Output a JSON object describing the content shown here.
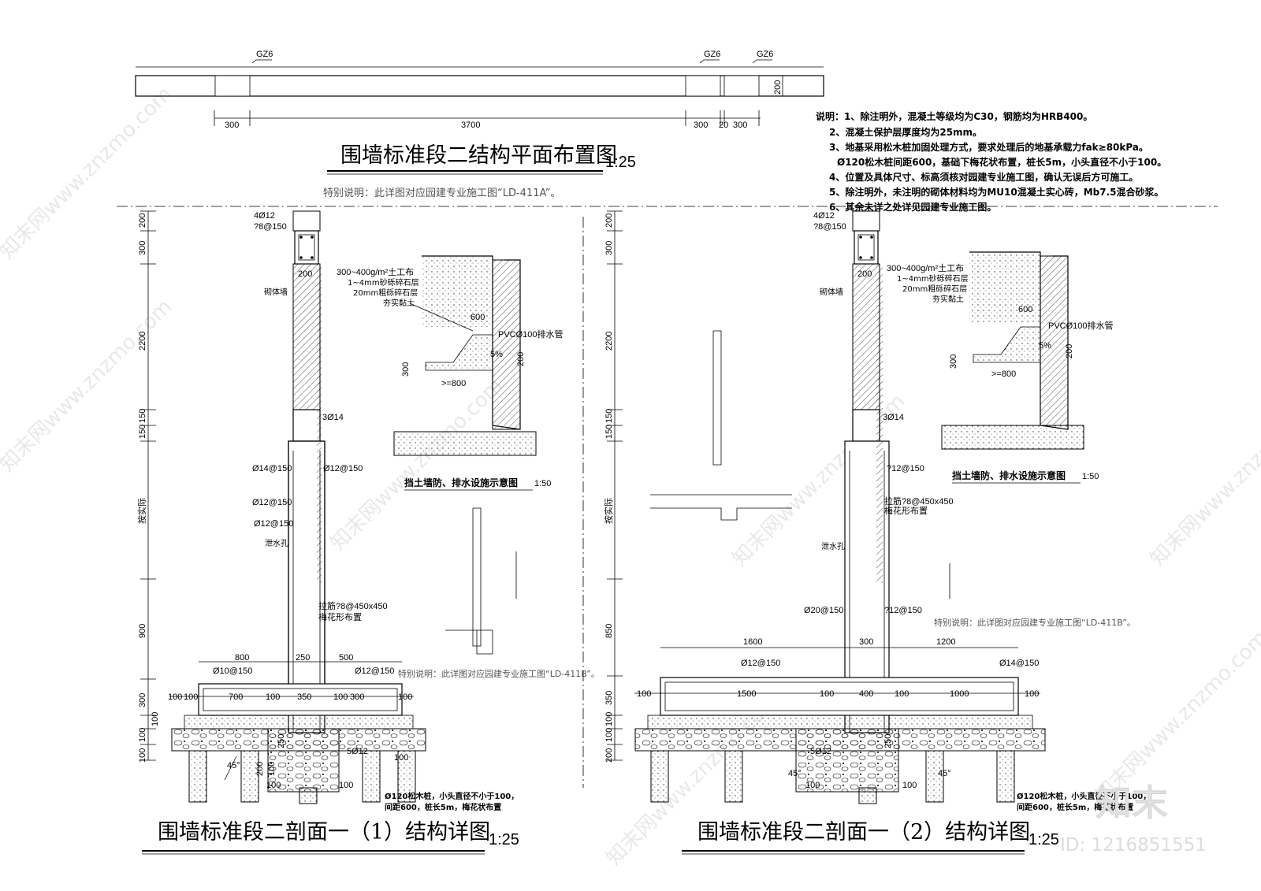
{
  "plan": {
    "title": "围墙标准段二结构平面布置图",
    "scale": "1:25",
    "note": "特别说明：此详图对应园建专业施工图“LD-411A”。",
    "gz_labels": [
      "GZ6",
      "GZ6",
      "GZ6"
    ],
    "dims": [
      "300",
      "3700",
      "300",
      "20",
      "300"
    ],
    "wall_thickness": "200"
  },
  "notes": {
    "lines": [
      "说明：1、除注明外，混凝土等级均为C30，钢筋均为HRB400。",
      "2、混凝土保护层厚度均为25mm。",
      "3、地基采用松木桩加固处理方式，要求处理后的地基承载力fak≥80kPa。",
      "Ø120松木桩间距600，基础下梅花状布置，桩长5m，小头直径不小于100。",
      "4、位置及具体尺寸、标高须核对园建专业施工图，确认无误后方可施工。",
      "5、除注明外，未注明的砌体材料均为MU10混凝土实心砖，Mb7.5混合砂浆。",
      "6、其余未详之处详见园建专业施工图。"
    ]
  },
  "section1": {
    "title": "围墙标准段二剖面一（1）结构详图",
    "scale": "1:25",
    "vdims": [
      "200",
      "300",
      "2200",
      "150",
      "150",
      "按实际",
      "900",
      "300",
      "100",
      "100",
      "100"
    ],
    "rebar": [
      "4Ø12",
      "?8@150",
      "200",
      "砌体墙",
      "3Ø14",
      "Ø14@150",
      "Ø12@150",
      "Ø12@150",
      "Ø12@150",
      "泄水孔",
      "拉筋?8@450x450",
      "梅花形布置",
      "Ø10@150",
      "Ø12@150",
      "5Ø12"
    ],
    "hdims": [
      "800",
      "250",
      "500",
      "100",
      "100",
      "700",
      "100",
      "350",
      "100",
      "300",
      "100"
    ],
    "pile_note": [
      "Ø120松木桩，小头直径不小于100，",
      "间距600，桩长5m，梅花状布置"
    ],
    "base_dims": [
      "100",
      "200",
      "100",
      "250",
      "100",
      "45°",
      "100"
    ]
  },
  "section2": {
    "title": "围墙标准段二剖面一（2）结构详图",
    "scale": "1:25",
    "vdims": [
      "200",
      "300",
      "2200",
      "150",
      "150",
      "按实际",
      "850",
      "350",
      "100",
      "100",
      "200"
    ],
    "rebar": [
      "4Ø12",
      "?8@150",
      "200",
      "砌体墙",
      "3Ø14",
      "?12@150",
      "拉筋?8@450x450",
      "梅花形布置",
      "泄水孔",
      "Ø20@150",
      "?12@150",
      "Ø12@150",
      "Ø14@150",
      "5Ø12"
    ],
    "hdims": [
      "1600",
      "300",
      "1200",
      "100",
      "1500",
      "100",
      "400",
      "100",
      "1000",
      "100"
    ],
    "special_note": "特别说明：此详图对应园建专业施工图“LD-411B”。",
    "pile_note": [
      "Ø120松木桩，小头直径不小于100，",
      "间距600，桩长5m，梅花状布置"
    ],
    "base_dims": [
      "45°",
      "100",
      "100",
      "250",
      "45°"
    ]
  },
  "retaining": {
    "title": "挡土墙防、排水设施示意图",
    "scale": "1:50",
    "layers": [
      "300~400g/m²土工布",
      "1~4mm砂砾碎石层",
      "20mm粗砾碎石层",
      "夯实黏土"
    ],
    "dims": [
      "600",
      "5%",
      "200",
      "300",
      "200",
      ">=800"
    ],
    "pipe": "PVCØ100排水管"
  },
  "special_note_1": "特别说明：此详图对应园建专业施工图“LD-411B”。",
  "watermarks": [
    "知末网www.znzmo.com"
  ],
  "brand": {
    "logo": "知末",
    "id": "ID: 1216851551"
  }
}
